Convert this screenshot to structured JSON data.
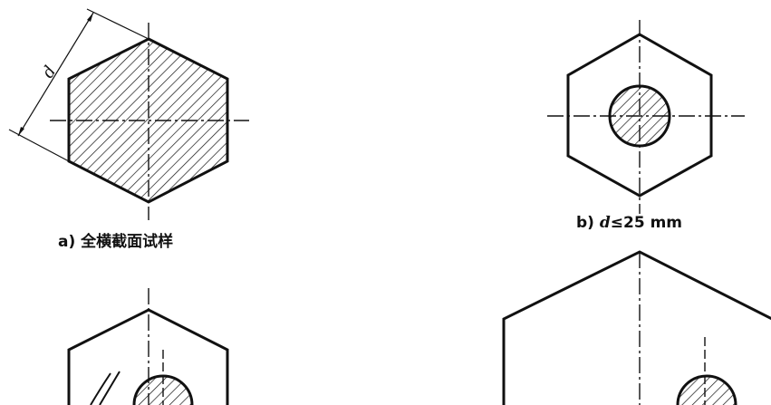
{
  "figure": {
    "dimension_symbol": "d",
    "captions": {
      "a": {
        "prefix": "a)",
        "text": "全横截面试样"
      },
      "b": {
        "prefix": "b)",
        "var": "d",
        "text": "≤25 mm"
      }
    }
  }
}
